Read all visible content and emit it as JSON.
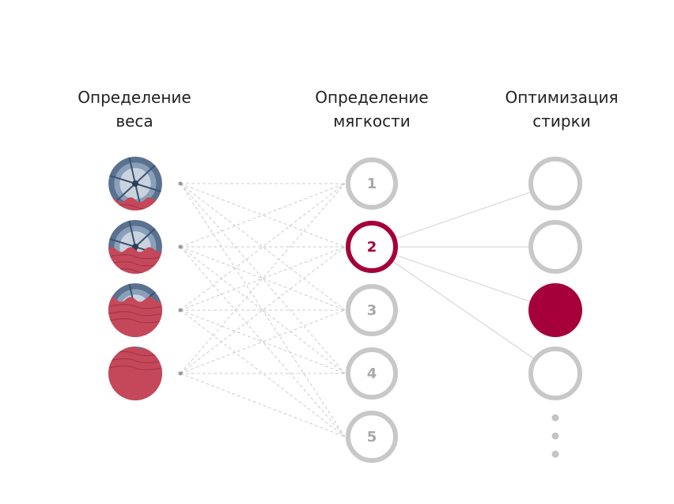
{
  "columns": {
    "weight": {
      "title_line1": "Определение",
      "title_line2": "веса"
    },
    "softness": {
      "title_line1": "Определение",
      "title_line2": "мягкости"
    },
    "optimization": {
      "title_line1": "Оптимизация",
      "title_line2": "стирки"
    }
  },
  "weight_nodes": [
    {
      "name": "load-level-1",
      "fill_fraction": 0.2
    },
    {
      "name": "load-level-2",
      "fill_fraction": 0.45
    },
    {
      "name": "load-level-3",
      "fill_fraction": 0.7
    },
    {
      "name": "load-level-4",
      "fill_fraction": 1.0
    }
  ],
  "softness_nodes": [
    {
      "label": "1",
      "selected": false
    },
    {
      "label": "2",
      "selected": true
    },
    {
      "label": "3",
      "selected": false
    },
    {
      "label": "4",
      "selected": false
    },
    {
      "label": "5",
      "selected": false
    }
  ],
  "optimization_nodes": [
    {
      "selected": false
    },
    {
      "selected": false
    },
    {
      "selected": true
    },
    {
      "selected": false
    }
  ],
  "colors": {
    "accent": "#a5003a",
    "ring": "#c8c8c8",
    "ring_text": "#a8a8a8",
    "dashed_line": "#cccccc",
    "solid_line": "#d0d0d0",
    "dot": "#999999",
    "ellipsis_dot": "#c4c4c4",
    "fabric": "#c5485a",
    "drum": "#5a7290"
  }
}
